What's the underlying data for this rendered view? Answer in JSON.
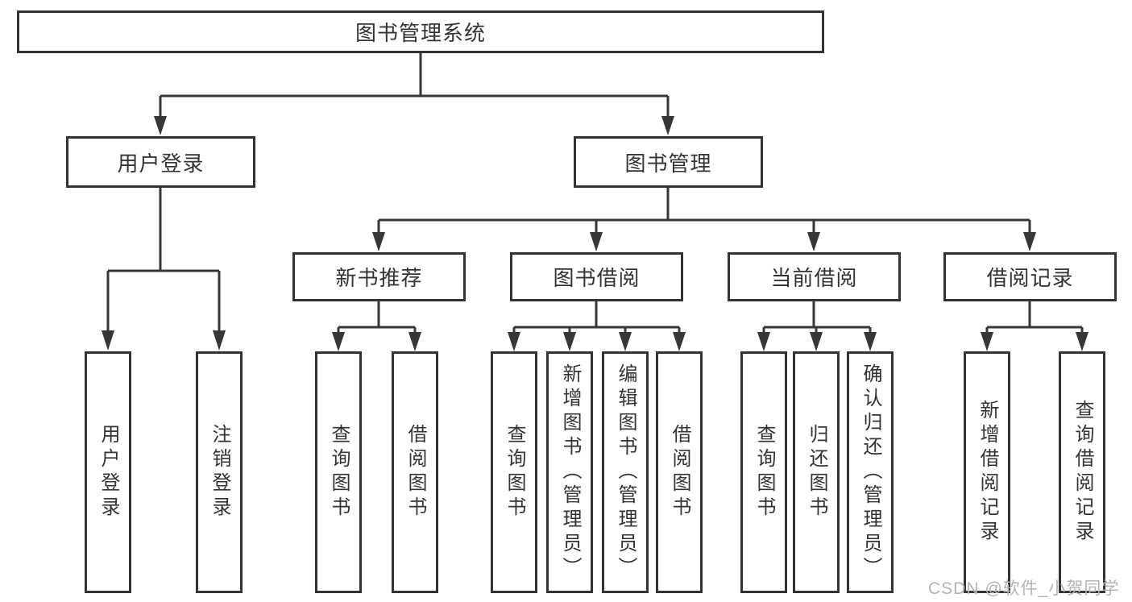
{
  "nodes": {
    "root": "图书管理系统",
    "user_login": "用户登录",
    "book_management": "图书管理",
    "new_book_recommend": "新书推荐",
    "book_borrowing": "图书借阅",
    "current_borrowing": "当前借阅",
    "borrowing_records": "借阅记录",
    "login_user_login": "用户登录",
    "login_logout": "注销登录",
    "recommend_query_books": "查询图书",
    "recommend_borrow_books": "借阅图书",
    "borrowing_query_books": "查询图书",
    "borrowing_add_books_admin": "新增图书（管理员）",
    "borrowing_edit_books_admin": "编辑图书（管理员）",
    "borrowing_borrow_books": "借阅图书",
    "current_query_books": "查询图书",
    "current_return_books": "归还图书",
    "current_confirm_return_admin": "确认归还（管理员）",
    "records_add_record": "新增借阅记录",
    "records_query_record": "查询借阅记录"
  },
  "watermark": {
    "text": "CSDN @软件_小贺同学"
  },
  "colors": {
    "line": "#373737",
    "box_border": "#333333",
    "text": "#333333",
    "watermark": "#b3b3b3",
    "background": "#ffffff"
  }
}
